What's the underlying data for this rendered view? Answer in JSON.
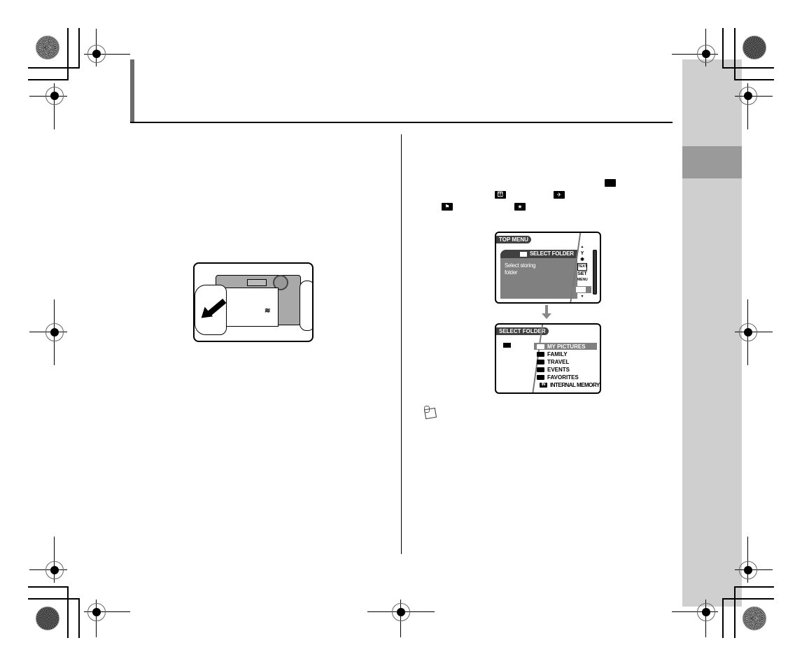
{
  "page": {
    "type": "printed manual page",
    "side_tab": {
      "active_index": 1,
      "colors": {
        "strip": "#cfcfcf",
        "active": "#9a9a9a"
      }
    }
  },
  "figure_camera": {
    "description": "Hands sliding camera lens cover open, arrow pointing down-left",
    "logo_glyph": "≋"
  },
  "lcd_top_menu": {
    "header": "TOP MENU",
    "selected_item": "SELECT FOLDER",
    "description": "Select storing folder",
    "side_icons": [
      "▲",
      "Y",
      "✱",
      "TEXT",
      "SET",
      "MENU",
      "▼"
    ]
  },
  "lcd_select_folder": {
    "header": "SELECT FOLDER",
    "folders": [
      {
        "icon": "folder",
        "label": "MY PICTURES",
        "selected": true
      },
      {
        "icon": "family-folder",
        "label": "FAMILY"
      },
      {
        "icon": "travel-folder",
        "label": "TRAVEL"
      },
      {
        "icon": "events-folder",
        "label": "EVENTS"
      },
      {
        "icon": "favorites-folder",
        "label": "FAVORITES"
      },
      {
        "icon": "internal-memory",
        "label": "INTERNAL MEMORY",
        "icon_text": "IN"
      }
    ]
  },
  "inline_icons": {
    "folder": "",
    "family": "👪",
    "travel": "✈",
    "events": "⚑",
    "favorites": "★"
  }
}
